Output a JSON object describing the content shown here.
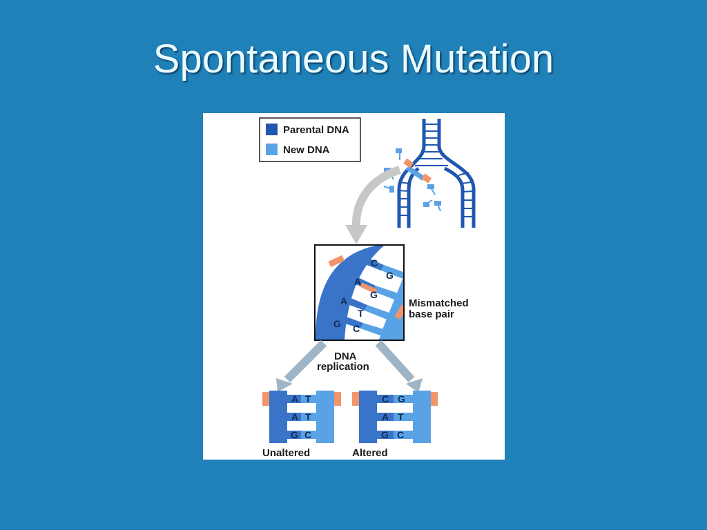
{
  "slide": {
    "title": "Spontaneous Mutation"
  },
  "legend": {
    "parental": "Parental DNA",
    "new": "New DNA"
  },
  "labels": {
    "mismatched_line1": "Mismatched",
    "mismatched_line2": "base pair",
    "replication_line1": "DNA",
    "replication_line2": "replication",
    "unaltered": "Unaltered",
    "altered": "Altered"
  },
  "zoom_bases": {
    "rung1_left": "C",
    "rung1_right": "G",
    "rung2_left": "A",
    "rung2_right": "G",
    "rung3_left": "A",
    "rung3_right": "T",
    "rung4_left": "G",
    "rung4_right": "C"
  },
  "unaltered_bases": {
    "row1_left": "A",
    "row1_right": "T",
    "row2_left": "A",
    "row2_right": "T",
    "row3_left": "G",
    "row3_right": "C"
  },
  "altered_bases": {
    "row1_left": "C",
    "row1_right": "G",
    "row2_left": "A",
    "row2_right": "T",
    "row3_left": "G",
    "row3_right": "C"
  },
  "colors": {
    "background": "#2080b8",
    "parental_dna": "#1f57b0",
    "new_dna": "#5aa2e6",
    "mismatch": "#f2956a",
    "arrow": "#9fb4c4"
  }
}
